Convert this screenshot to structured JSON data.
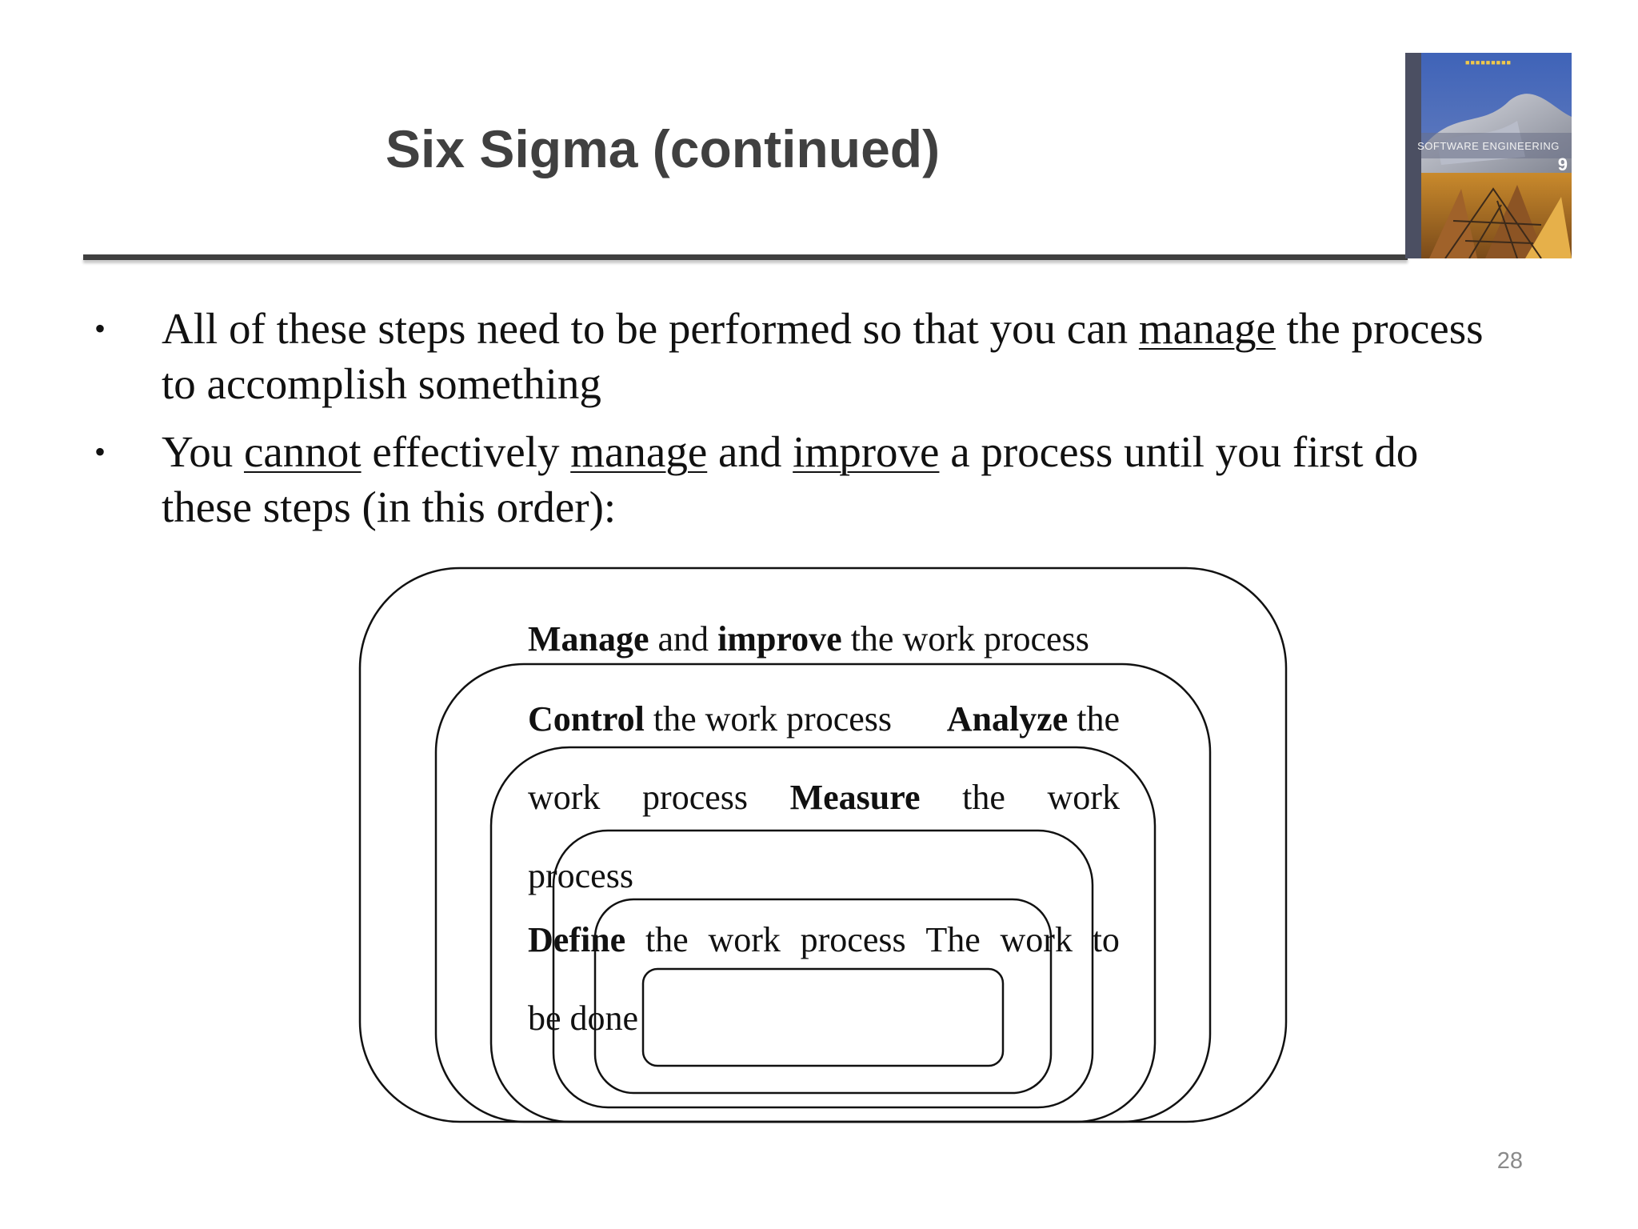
{
  "slide": {
    "title": "Six Sigma (continued)",
    "page_number": "28"
  },
  "book_cover": {
    "title": "SOFTWARE ENGINEERING",
    "edition": "9"
  },
  "bullets": [
    {
      "mark": "•",
      "parts": [
        "All of these steps need to be performed so that you can ",
        "manage",
        " the process to accomplish something"
      ]
    },
    {
      "mark": "•",
      "parts": [
        "You ",
        "cannot",
        " effectively ",
        "manage",
        " and ",
        "improve",
        " a process until you first do these steps (in this order):"
      ]
    }
  ],
  "diagram": {
    "line1": [
      "Manage",
      " and ",
      "improve",
      " the work process"
    ],
    "line2": [
      "Control",
      " the work process",
      "Analyze",
      " the"
    ],
    "line3": [
      "work",
      "process",
      "Measure",
      "the",
      "work"
    ],
    "line4": "process",
    "line5": [
      "Define",
      "the",
      "work",
      "process",
      "The",
      "work",
      "to"
    ],
    "line6": "be done"
  }
}
